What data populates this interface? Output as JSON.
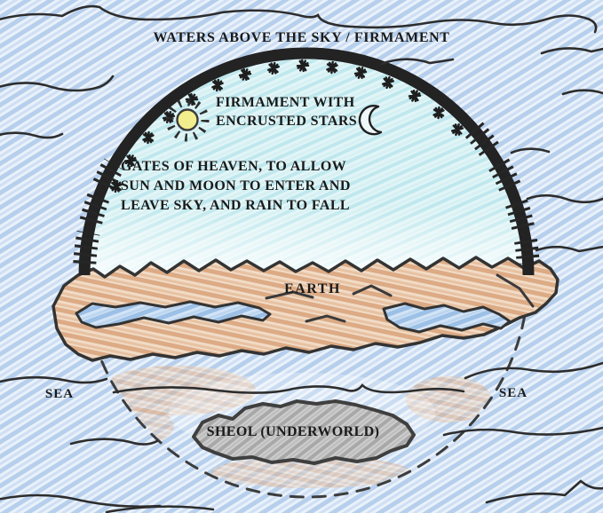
{
  "diagram": {
    "description": "Hand-drawn diagram of ancient Hebrew cosmology",
    "labels": {
      "waters_above": "WATERS ABOVE THE SKY / FIRMAMENT",
      "firmament_line1": "FIRMAMENT WITH",
      "firmament_line2": "ENCRUSTED STARS",
      "gates_line1": "GATES OF HEAVEN, TO ALLOW",
      "gates_line2": "SUN AND MOON TO ENTER AND",
      "gates_line3": "LEAVE SKY, AND RAIN TO FALL",
      "earth": "EARTH",
      "sea_left": "SEA",
      "sea_right": "SEA",
      "sheol": "SHEOL (UNDERWORLD)"
    },
    "icons": [
      "sun-icon",
      "crescent-moon-icon",
      "star-icon",
      "gate-tick-marks"
    ],
    "colors": {
      "ink": "#232323",
      "water_blue": "#b6cfec",
      "sky_cyan": "#c6ebf0",
      "earth_tan": "#dcab85",
      "underworld_gray": "#b5b5b5",
      "sun_yellow": "#f1ee8d"
    }
  }
}
